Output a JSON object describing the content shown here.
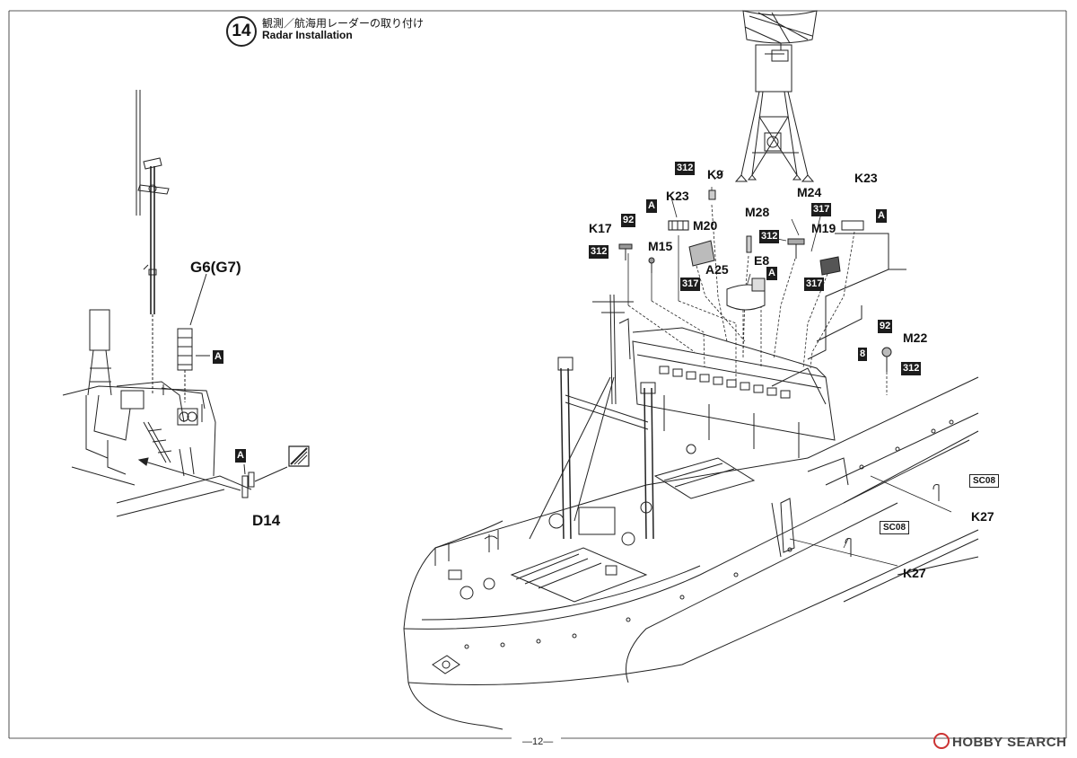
{
  "step": {
    "number": "14",
    "title_jp": "観測／航海用レーダーの取り付け",
    "title_en": "Radar Installation"
  },
  "labels": {
    "g6": "G6(G7)",
    "d14": "D14",
    "k9": "K9",
    "k23_left": "K23",
    "k23_right": "K23",
    "k17": "K17",
    "m15": "M15",
    "m20": "M20",
    "m28": "M28",
    "m24": "M24",
    "m19": "M19",
    "a25": "A25",
    "e8": "E8",
    "m22": "M22",
    "k27_upper": "K27",
    "k27_lower": "K27"
  },
  "badges": {
    "a_g6": "A",
    "a_d14": "A",
    "b312_k9": "312",
    "a_k23": "A",
    "b92_k17": "92",
    "b312_k17": "312",
    "b317_m20": "317",
    "b312_m28": "312",
    "b317_m24": "317",
    "a_k23r": "A",
    "b317_m19": "317",
    "a_e8": "A",
    "b92_m22": "92",
    "b8_m22": "8",
    "b312_m22": "312",
    "sc08_upper": "SC08",
    "sc08_lower": "SC08"
  },
  "footer": {
    "page": "—12—",
    "watermark": "HOBBY SEARCH"
  },
  "colors": {
    "line": "#222222",
    "badge_bg": "#1c1c1c",
    "logo": "#cc3333"
  }
}
